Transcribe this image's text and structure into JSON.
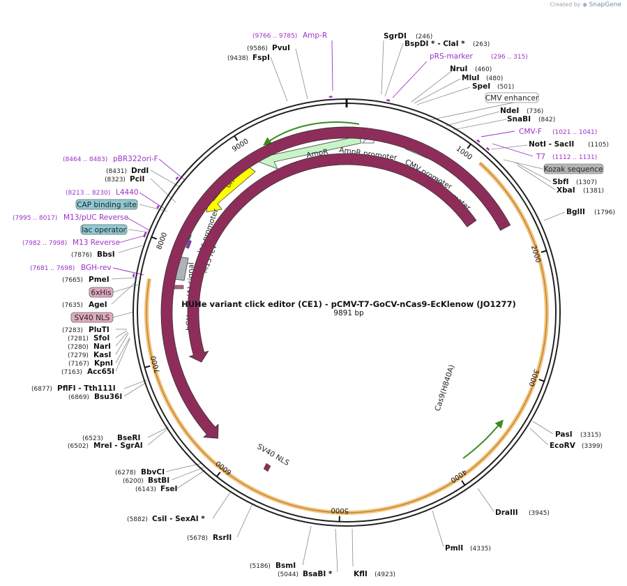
{
  "credit": {
    "prefix": "Created by",
    "brand": "SnapGene"
  },
  "title": "HUHe variant click editor (CE1) - pCMV-T7-GoCV-nCas9-EcKlenow (JO1277)",
  "size_label": "9891 bp",
  "total_bp": 9891,
  "ticks": [
    "1000",
    "2000",
    "3000",
    "4000",
    "5000",
    "6000",
    "7000",
    "8000",
    "9000"
  ],
  "enzymes": [
    {
      "name": "SgrDI",
      "pos": "(246)",
      "bp": 246
    },
    {
      "name": "BspDI * - ClaI *",
      "pos": "(263)",
      "bp": 263
    },
    {
      "name": "NruI",
      "pos": "(460)",
      "bp": 460
    },
    {
      "name": "MluI",
      "pos": "(480)",
      "bp": 480
    },
    {
      "name": "SpeI",
      "pos": "(501)",
      "bp": 501
    },
    {
      "name": "NdeI",
      "pos": "(736)",
      "bp": 736
    },
    {
      "name": "SnaBI",
      "pos": "(842)",
      "bp": 842
    },
    {
      "name": "NotI - SacII",
      "pos": "(1105)",
      "bp": 1105
    },
    {
      "name": "SbfI",
      "pos": "(1307)",
      "bp": 1307
    },
    {
      "name": "XbaI",
      "pos": "(1381)",
      "bp": 1381
    },
    {
      "name": "BglII",
      "pos": "(1796)",
      "bp": 1796
    },
    {
      "name": "PasI",
      "pos": "(3315)",
      "bp": 3315
    },
    {
      "name": "EcoRV",
      "pos": "(3399)",
      "bp": 3399
    },
    {
      "name": "DraIII",
      "pos": "(3945)",
      "bp": 3945
    },
    {
      "name": "PmlI",
      "pos": "(4335)",
      "bp": 4335
    },
    {
      "name": "KflI",
      "pos": "(4923)",
      "bp": 4923
    },
    {
      "name": "BsaBI *",
      "pos": "(5044)",
      "bp": 5044
    },
    {
      "name": "BsmI",
      "pos": "(5186)",
      "bp": 5186
    },
    {
      "name": "RsrII",
      "pos": "(5678)",
      "bp": 5678
    },
    {
      "name": "CsiI - SexAI *",
      "pos": "(5882)",
      "bp": 5882
    },
    {
      "name": "FseI",
      "pos": "(6143)",
      "bp": 6143
    },
    {
      "name": "BstBI",
      "pos": "(6200)",
      "bp": 6200
    },
    {
      "name": "BbvCI",
      "pos": "(6278)",
      "bp": 6278
    },
    {
      "name": "MreI - SgrAI",
      "pos": "(6502)",
      "bp": 6502
    },
    {
      "name": "BseRI",
      "pos": "(6523)",
      "bp": 6523
    },
    {
      "name": "Bsu36I",
      "pos": "(6869)",
      "bp": 6869
    },
    {
      "name": "PflFI - Tth111I",
      "pos": "(6877)",
      "bp": 6877
    },
    {
      "name": "Acc65I",
      "pos": "(7163)",
      "bp": 7163
    },
    {
      "name": "KpnI",
      "pos": "(7167)",
      "bp": 7167
    },
    {
      "name": "KasI",
      "pos": "(7279)",
      "bp": 7279
    },
    {
      "name": "NarI",
      "pos": "(7280)",
      "bp": 7280
    },
    {
      "name": "SfoI",
      "pos": "(7281)",
      "bp": 7281
    },
    {
      "name": "PluTI",
      "pos": "(7283)",
      "bp": 7283
    },
    {
      "name": "AgeI",
      "pos": "(7635)",
      "bp": 7635
    },
    {
      "name": "PmeI",
      "pos": "(7665)",
      "bp": 7665
    },
    {
      "name": "BbsI",
      "pos": "(7876)",
      "bp": 7876
    },
    {
      "name": "PciI",
      "pos": "(8323)",
      "bp": 8323
    },
    {
      "name": "DrdI",
      "pos": "(8431)",
      "bp": 8431
    },
    {
      "name": "FspI",
      "pos": "(9438)",
      "bp": 9438
    },
    {
      "name": "PvuI",
      "pos": "(9586)",
      "bp": 9586
    }
  ],
  "primers": [
    {
      "name": "Amp-R",
      "range": "(9766 .. 9785)",
      "bp": 9775
    },
    {
      "name": "pRS-marker",
      "range": "(296 .. 315)",
      "bp": 305
    },
    {
      "name": "CMV-F",
      "range": "(1021 .. 1041)",
      "bp": 1031
    },
    {
      "name": "T7",
      "range": "(1112 .. 1131)",
      "bp": 1121
    },
    {
      "name": "pBR322ori-F",
      "range": "(8464 .. 8483)",
      "bp": 8473
    },
    {
      "name": "L4440",
      "range": "(8213 .. 8230)",
      "bp": 8221
    },
    {
      "name": "M13/pUC Reverse",
      "range": "(7995 .. 8017)",
      "bp": 8006
    },
    {
      "name": "M13 Reverse",
      "range": "(7982 .. 7998)",
      "bp": 7990
    },
    {
      "name": "BGH-rev",
      "range": "(7681 .. 7698)",
      "bp": 7690
    }
  ],
  "boxed_features": [
    {
      "name": "CMV enhancer",
      "color": "#ffffff"
    },
    {
      "name": "Kozak sequence",
      "color": "#b4b4b4"
    },
    {
      "name": "CAP binding site",
      "color": "#8ec9d4"
    },
    {
      "name": "lac operator",
      "color": "#8ec9d4"
    },
    {
      "name": "6xHis",
      "color": "#e0aac0"
    },
    {
      "name": "SV40 NLS",
      "color": "#e0aac0"
    }
  ],
  "feature_labels": {
    "ampr": "AmpR",
    "ampr_promoter": "AmpR promoter",
    "ori": "ori",
    "cmv_promoter": "CMV promoter",
    "t7_promoter": "T7 promoter",
    "lac_promoter": "lac promoter",
    "m13_rev": "M13 rev",
    "bgh_signal": "bGH poly(A) signal",
    "cas9h840a": "Cas9(H840A)",
    "cas9": "Cas9",
    "sv40_nls": "SV40 NLS"
  },
  "colors": {
    "backbone": "#222222",
    "orf_highlight": "#f4c27a",
    "cas9": "#8f2d5a",
    "ampr": "#c8f5c8",
    "ori": "#ffff00",
    "primer": "#9b30c8",
    "green_arrow": "#3a8a1e"
  }
}
